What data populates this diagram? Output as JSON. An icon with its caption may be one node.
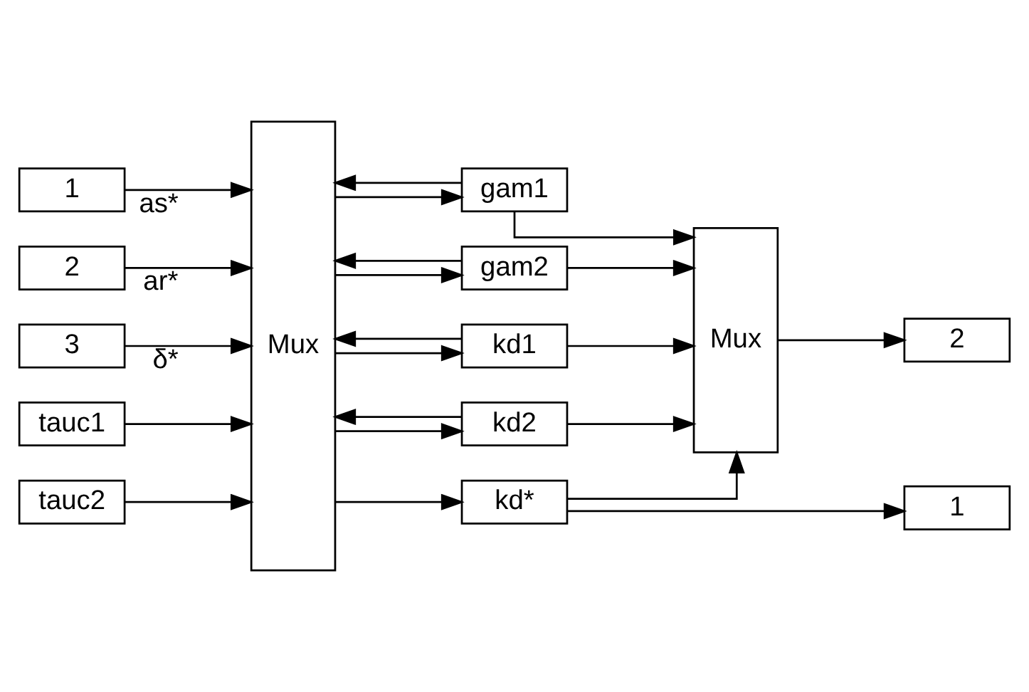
{
  "diagram": {
    "nodes": [
      {
        "text": [
          "1"
        ]
      },
      {
        "text": [
          "2"
        ]
      },
      {
        "text": [
          "3"
        ]
      },
      {
        "text": [
          "tauc1"
        ]
      },
      {
        "text": [
          "tauc2"
        ]
      },
      {
        "text": [
          "Mux"
        ]
      },
      {
        "text": [
          "gam1"
        ]
      },
      {
        "text": [
          "gam2"
        ]
      },
      {
        "text": [
          "kd1"
        ]
      },
      {
        "text": [
          "kd2"
        ]
      },
      {
        "text": [
          "kd*"
        ]
      },
      {
        "text": [
          "Mux"
        ]
      },
      {
        "text": [
          "2"
        ]
      },
      {
        "text": [
          "1"
        ]
      }
    ],
    "edges": [
      {
        "from": 0,
        "to": 5,
        "arrow": "to",
        "label": "as*"
      },
      {
        "from": 1,
        "to": 5,
        "arrow": "to",
        "label": "ar*"
      },
      {
        "from": 2,
        "to": 5,
        "arrow": "to",
        "label": "δ*"
      },
      {
        "from": 3,
        "to": 5,
        "arrow": "to"
      },
      {
        "from": 4,
        "to": 5,
        "arrow": "to"
      },
      {
        "from": 5,
        "to": 6,
        "arrow": "to"
      },
      {
        "from": 5,
        "to": 7,
        "arrow": "to"
      },
      {
        "from": 5,
        "to": 8,
        "arrow": "to"
      },
      {
        "from": 5,
        "to": 9,
        "arrow": "to"
      },
      {
        "from": 5,
        "to": 10,
        "arrow": "to"
      },
      {
        "from": 6,
        "to": 11,
        "arrow": "to"
      },
      {
        "from": 7,
        "to": 11,
        "arrow": "to"
      },
      {
        "from": 8,
        "to": 11,
        "arrow": "to"
      },
      {
        "from": 9,
        "to": 11,
        "arrow": "to"
      },
      {
        "from": 10,
        "to": 11,
        "arrow": "to"
      },
      {
        "from": 11,
        "to": 12,
        "arrow": "to"
      },
      {
        "from": 10,
        "to": 13,
        "arrow": "to"
      },
      {
        "from": 6,
        "to": 5,
        "arrow": "to"
      },
      {
        "from": 7,
        "to": 5,
        "arrow": "to"
      },
      {
        "from": 8,
        "to": 5,
        "arrow": "to"
      },
      {
        "from": 9,
        "to": 5,
        "arrow": "to"
      }
    ]
  }
}
